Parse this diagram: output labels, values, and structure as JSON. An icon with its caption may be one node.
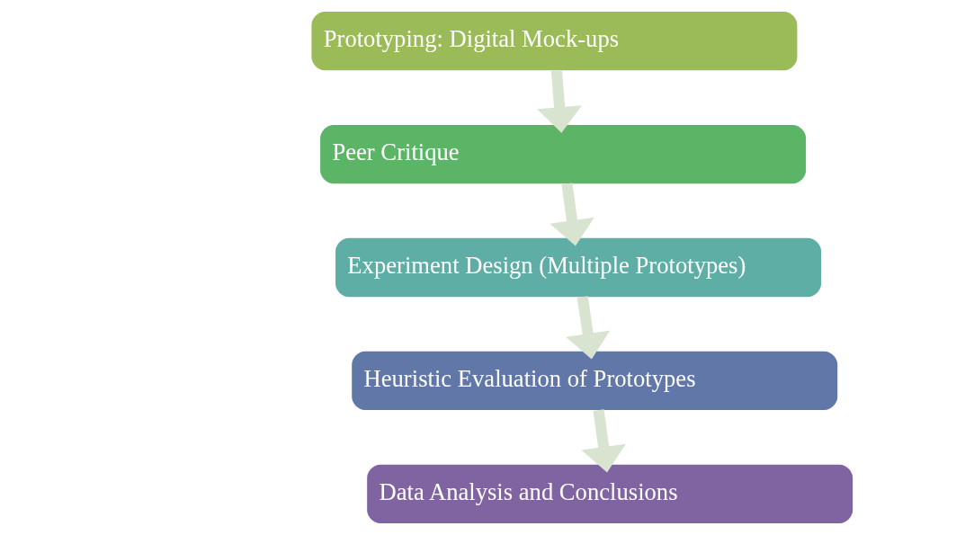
{
  "diagram": {
    "nodes": [
      {
        "text": [
          "Prototyping: Digital Mock-ups"
        ]
      },
      {
        "text": [
          "Peer Critique"
        ]
      },
      {
        "text": [
          "Experiment Design (Multiple Prototypes)"
        ]
      },
      {
        "text": [
          "Heuristic Evaluation of Prototypes"
        ]
      },
      {
        "text": [
          "Data Analysis and Conclusions"
        ]
      }
    ],
    "edges": [
      {
        "from": 0,
        "to": 1,
        "arrow": "to"
      },
      {
        "from": 1,
        "to": 2,
        "arrow": "to"
      },
      {
        "from": 2,
        "to": 3,
        "arrow": "to"
      },
      {
        "from": 3,
        "to": 4,
        "arrow": "to"
      }
    ]
  }
}
